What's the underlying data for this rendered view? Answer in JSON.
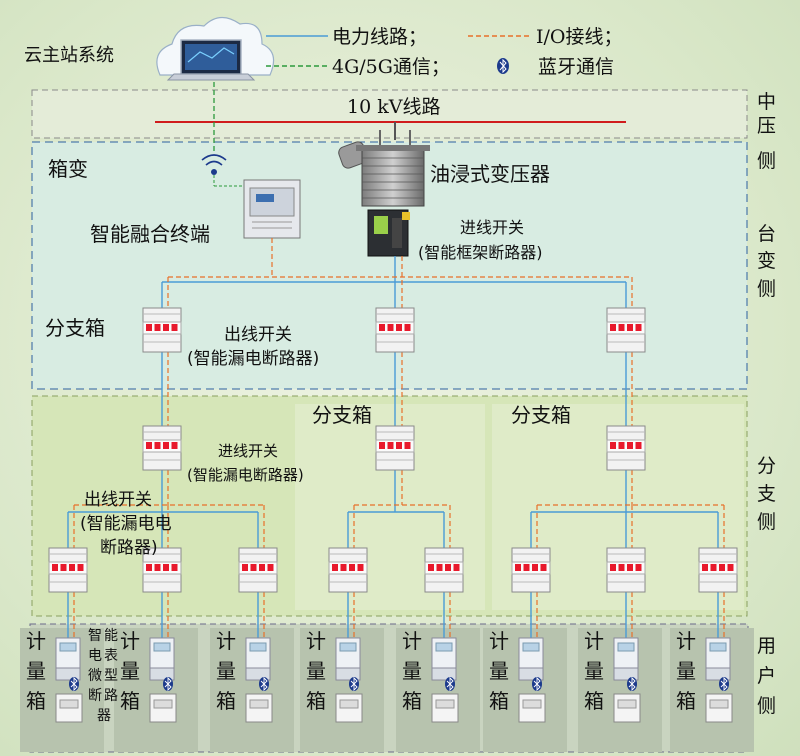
{
  "cloud_label": "云主站系统",
  "legend": {
    "power_line": "电力线路；",
    "io_line": "I/O接线；",
    "comm_4g5g": "4G/5G通信；",
    "bluetooth": "蓝牙通信"
  },
  "zones": {
    "medium_voltage": "中压侧",
    "transformer_side": "台变侧",
    "branch_side": "分支侧",
    "user_side": "用户侧"
  },
  "line_10kv": "10 kV线路",
  "box_transformer": "箱变",
  "oil_transformer": "油浸式变压器",
  "fusion_terminal": "智能融合终端",
  "incoming_switch": {
    "line1": "进线开关",
    "line2": "(智能框架断路器)"
  },
  "branch_box": "分支箱",
  "outgoing_switch": {
    "line1": "出线开关",
    "line2": "(智能漏电断路器)"
  },
  "branch_incoming": {
    "line1": "进线开关",
    "line2": "(智能漏电断路器)"
  },
  "branch_outgoing": {
    "line1": "出线开关",
    "line2": "(智能漏电电",
    "line3": "断路器)"
  },
  "meter_box": "计量箱",
  "meter_annotation": "智能电表微型断路器",
  "colors": {
    "power": "#4a9bd6",
    "io": "#e8702a",
    "comm": "#2c9a3c",
    "breaker_red": "#e8192c",
    "hv_line": "#d01c1c"
  }
}
